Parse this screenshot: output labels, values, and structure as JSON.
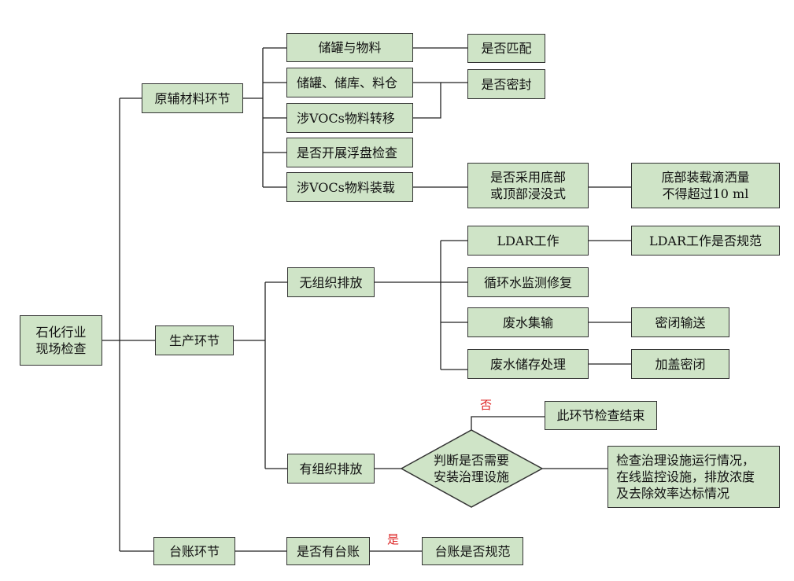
{
  "colors": {
    "box_fill": "#cfe4c7",
    "border": "#333333",
    "label_red": "#dd2222"
  },
  "root": "石化行业\n现场检查",
  "sections": {
    "raw": "原辅材料环节",
    "production": "生产环节",
    "ledger": "台账环节"
  },
  "raw_items": {
    "storage_material": "储罐与物料",
    "storage_places": "储罐、储库、料仓",
    "voc_transfer": "涉VOCs物料转移",
    "float_check": "是否开展浮盘检查",
    "voc_loading": "涉VOCs物料装载",
    "match": "是否匹配",
    "sealed": "是否密封",
    "loading_method": "是否采用底部\n或顶部浸没式",
    "drip_limit": "底部装载滴洒量\n不得超过10 ml"
  },
  "production_items": {
    "fugitive": "无组织排放",
    "ldar": "LDAR工作",
    "ldar_check": "LDAR工作是否规范",
    "cooling_water": "循环水监测修复",
    "wastewater_collect": "废水集输",
    "closed_transport": "密闭输送",
    "wastewater_storage": "废水储存处理",
    "cover_seal": "加盖密闭",
    "organized": "有组织排放",
    "decision": "判断是否需要\n安装治理设施",
    "no_label": "否",
    "end_check": "此环节检查结束",
    "treatment_check": "检查治理设施运行情况，\n在线监控设施，排放浓度\n及去除效率达标情况"
  },
  "ledger_items": {
    "has_ledger": "是否有台账",
    "yes_label": "是",
    "ledger_check": "台账是否规范"
  }
}
